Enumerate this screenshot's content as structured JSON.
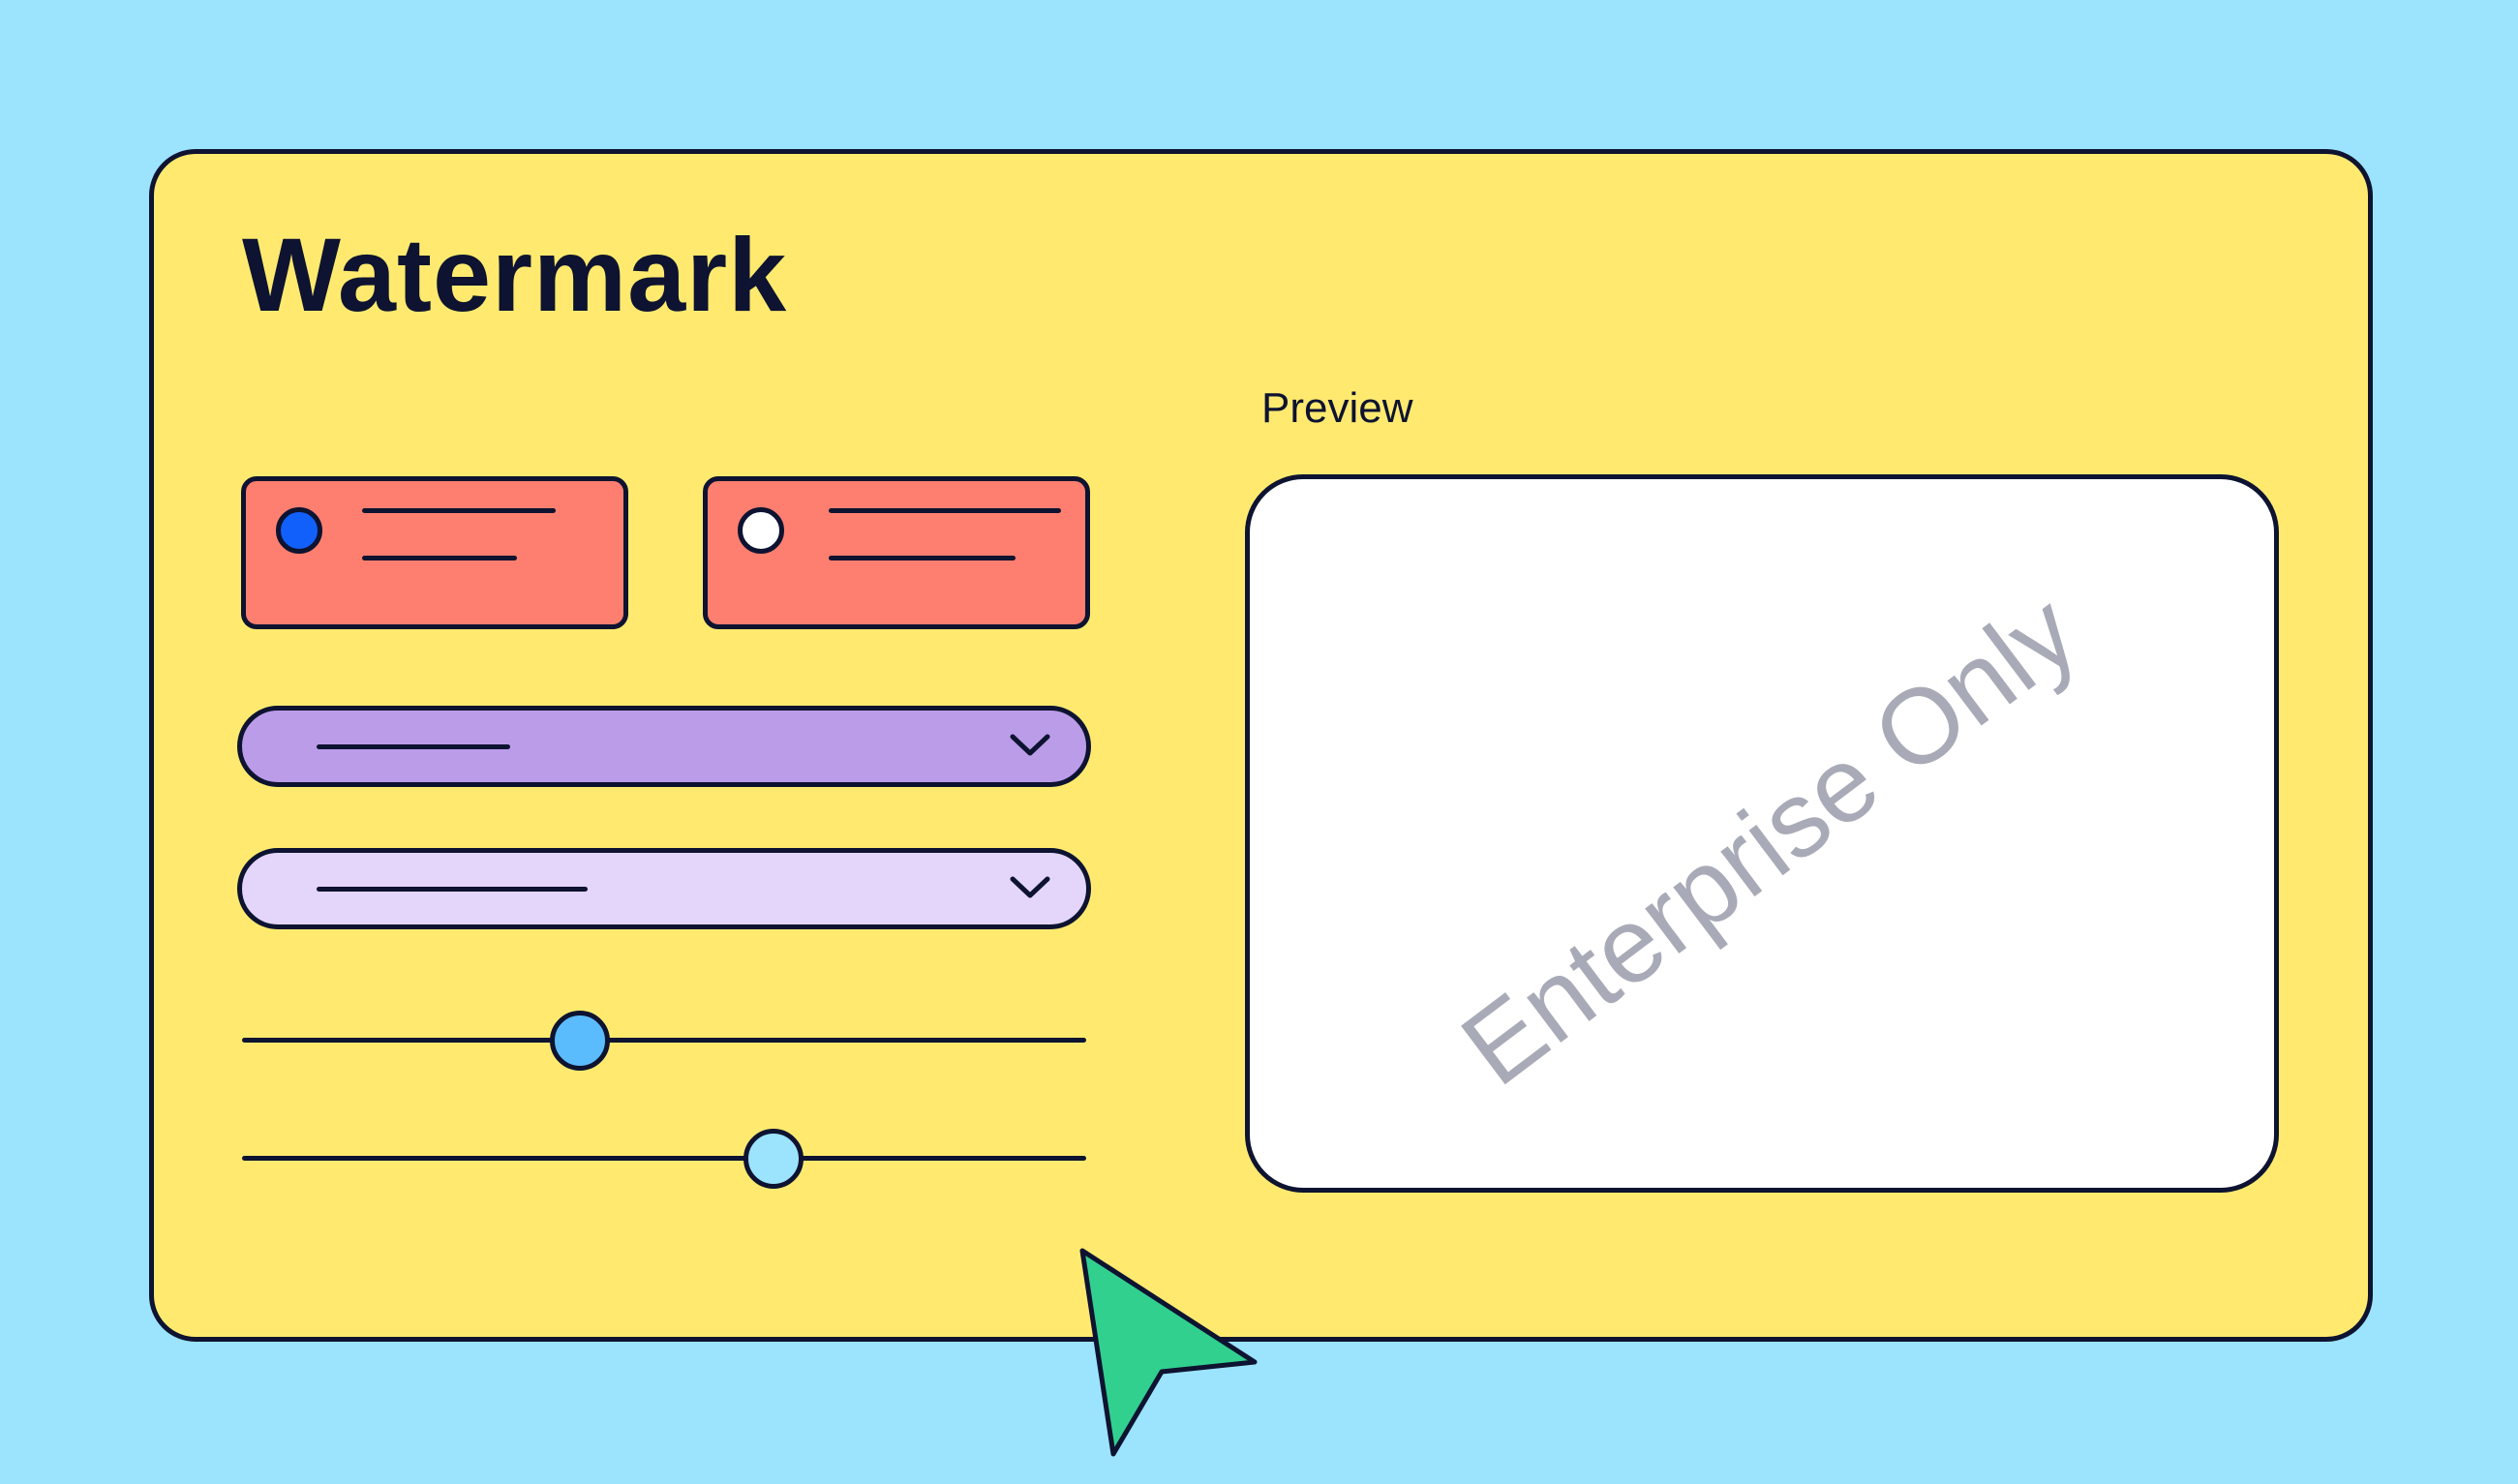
{
  "panel": {
    "title": "Watermark",
    "preview_label": "Preview"
  },
  "position_options": [
    {
      "selected": true,
      "dot_color": "#1160fc"
    },
    {
      "selected": false,
      "dot_color": "#ffffff"
    }
  ],
  "dropdowns": [
    {
      "fill_color": "#bb9ce8"
    },
    {
      "fill_color": "#e4d6fb"
    }
  ],
  "sliders": [
    {
      "value_fraction": 0.4,
      "thumb_color": "#5bbcfd"
    },
    {
      "value_fraction": 0.63,
      "thumb_color": "#9ce3fe"
    }
  ],
  "preview": {
    "watermark_text": "Enterprise Only"
  },
  "colors": {
    "background": "#9ce3fe",
    "card": "#ffea6f",
    "option_fill": "#fe7f6f",
    "outline": "#0d1330",
    "watermark_text": "#a8abb7",
    "cursor": "#32d08f"
  },
  "icons": {
    "dropdown": "chevron-down-icon",
    "pointer": "mouse-cursor-icon"
  }
}
